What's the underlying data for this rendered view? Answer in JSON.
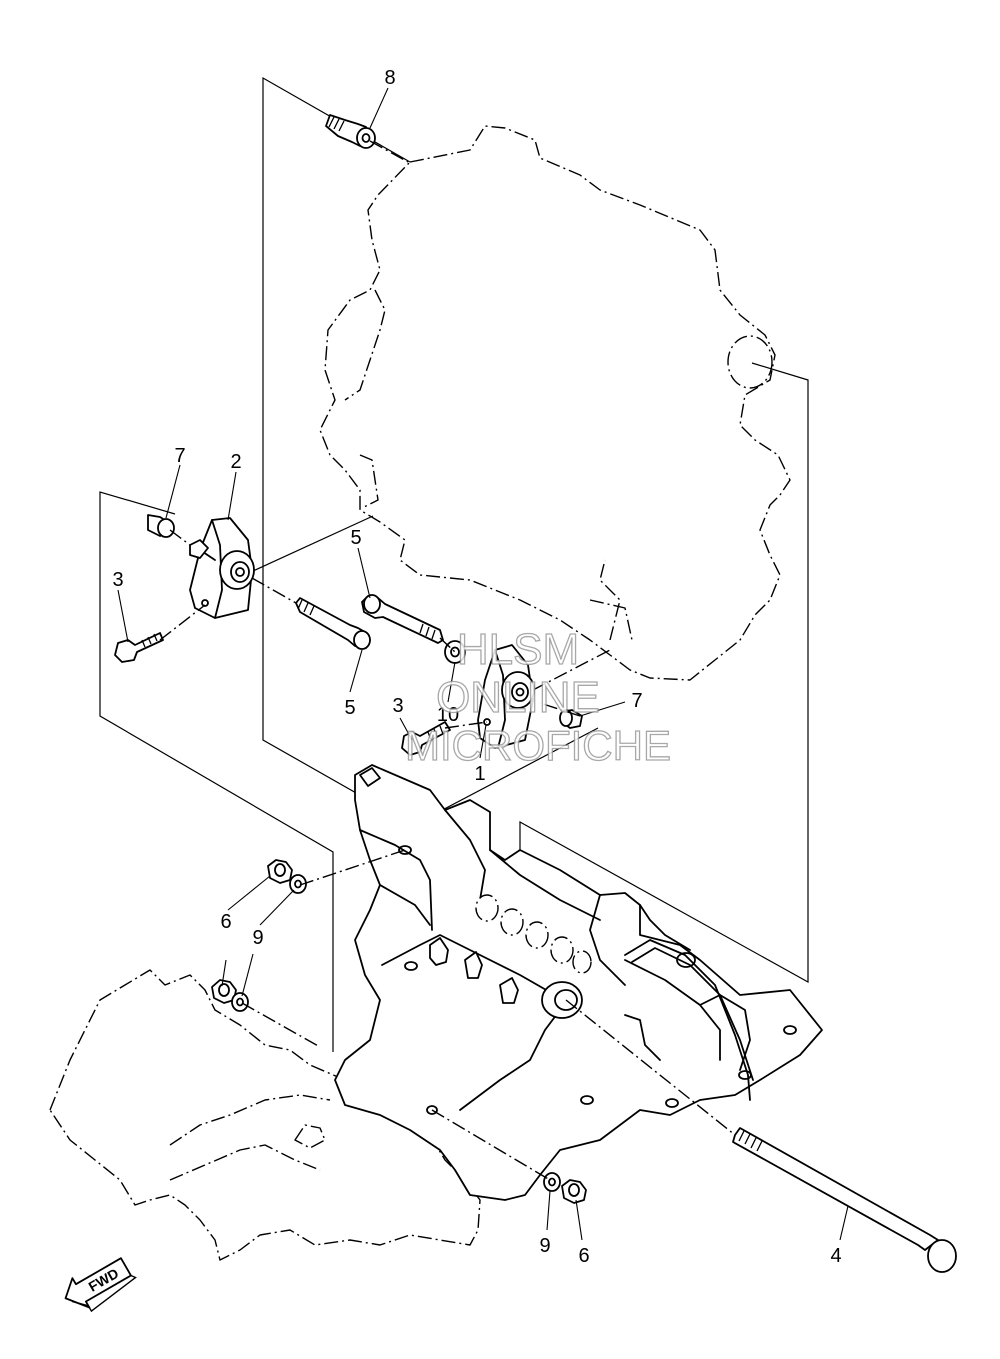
{
  "callouts": [
    {
      "id": "8",
      "text": "8"
    },
    {
      "id": "7a",
      "text": "7"
    },
    {
      "id": "2",
      "text": "2"
    },
    {
      "id": "3a",
      "text": "3"
    },
    {
      "id": "5a",
      "text": "5"
    },
    {
      "id": "5b",
      "text": "5"
    },
    {
      "id": "10",
      "text": "10"
    },
    {
      "id": "7b",
      "text": "7"
    },
    {
      "id": "3b",
      "text": "3"
    },
    {
      "id": "1",
      "text": "1"
    },
    {
      "id": "6a",
      "text": "6"
    },
    {
      "id": "9a",
      "text": "9"
    },
    {
      "id": "9b",
      "text": "9"
    },
    {
      "id": "6b",
      "text": "6"
    },
    {
      "id": "4",
      "text": "4"
    }
  ],
  "watermark": {
    "line1": "HLSM",
    "line2": "ONLINE",
    "line3": "MICROFICHE"
  },
  "fwd_label": "FWD"
}
